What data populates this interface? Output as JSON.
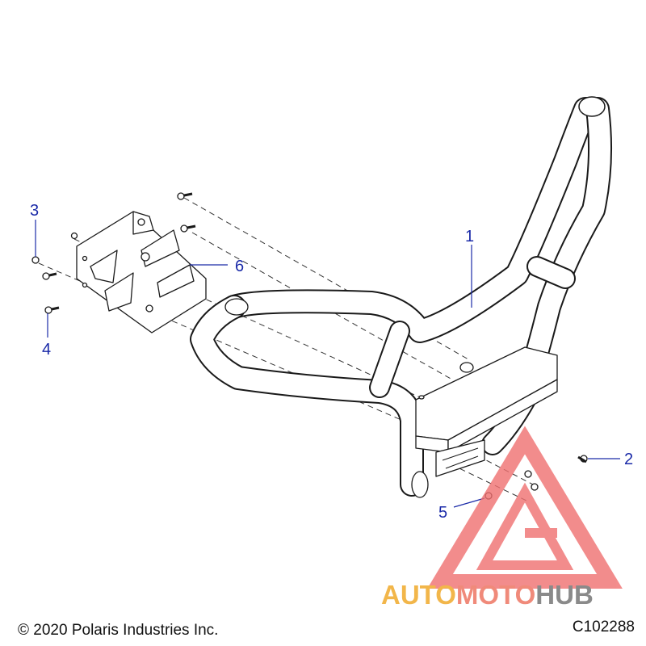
{
  "callouts": [
    {
      "id": "1",
      "label": "1"
    },
    {
      "id": "2",
      "label": "2"
    },
    {
      "id": "3",
      "label": "3"
    },
    {
      "id": "4",
      "label": "4"
    },
    {
      "id": "5",
      "label": "5"
    },
    {
      "id": "6",
      "label": "6"
    }
  ],
  "footer": {
    "copyright": "© 2020 Polaris Industries Inc.",
    "figure_id": "C102288"
  },
  "watermark": {
    "part1": "AUTO",
    "part2": "MOTO",
    "part3": "HUB",
    "colors": {
      "auto": "#f2b64a",
      "moto": "#f08a7a",
      "hub": "#8a8a8a",
      "logo": "#f07070"
    }
  }
}
